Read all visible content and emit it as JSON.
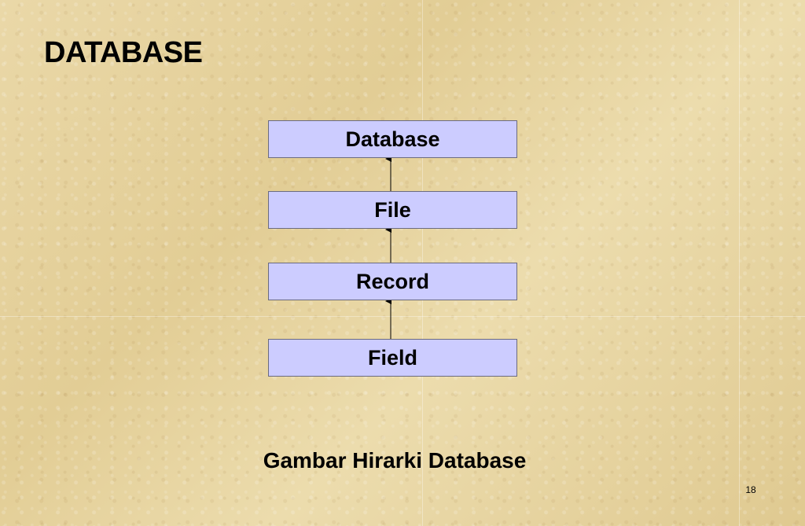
{
  "slide": {
    "title": "DATABASE",
    "caption": "Gambar Hirarki Database",
    "page_number": "18"
  },
  "diagram": {
    "nodes": [
      {
        "id": "database",
        "label": "Database"
      },
      {
        "id": "file",
        "label": "File"
      },
      {
        "id": "record",
        "label": "Record"
      },
      {
        "id": "field",
        "label": "Field"
      }
    ],
    "edges": [
      {
        "from": "file",
        "to": "database"
      },
      {
        "from": "record",
        "to": "file"
      },
      {
        "from": "field",
        "to": "record"
      }
    ],
    "node_fill": "#ccccff",
    "node_border": "#6b6b80",
    "edge_color": "#000000"
  }
}
